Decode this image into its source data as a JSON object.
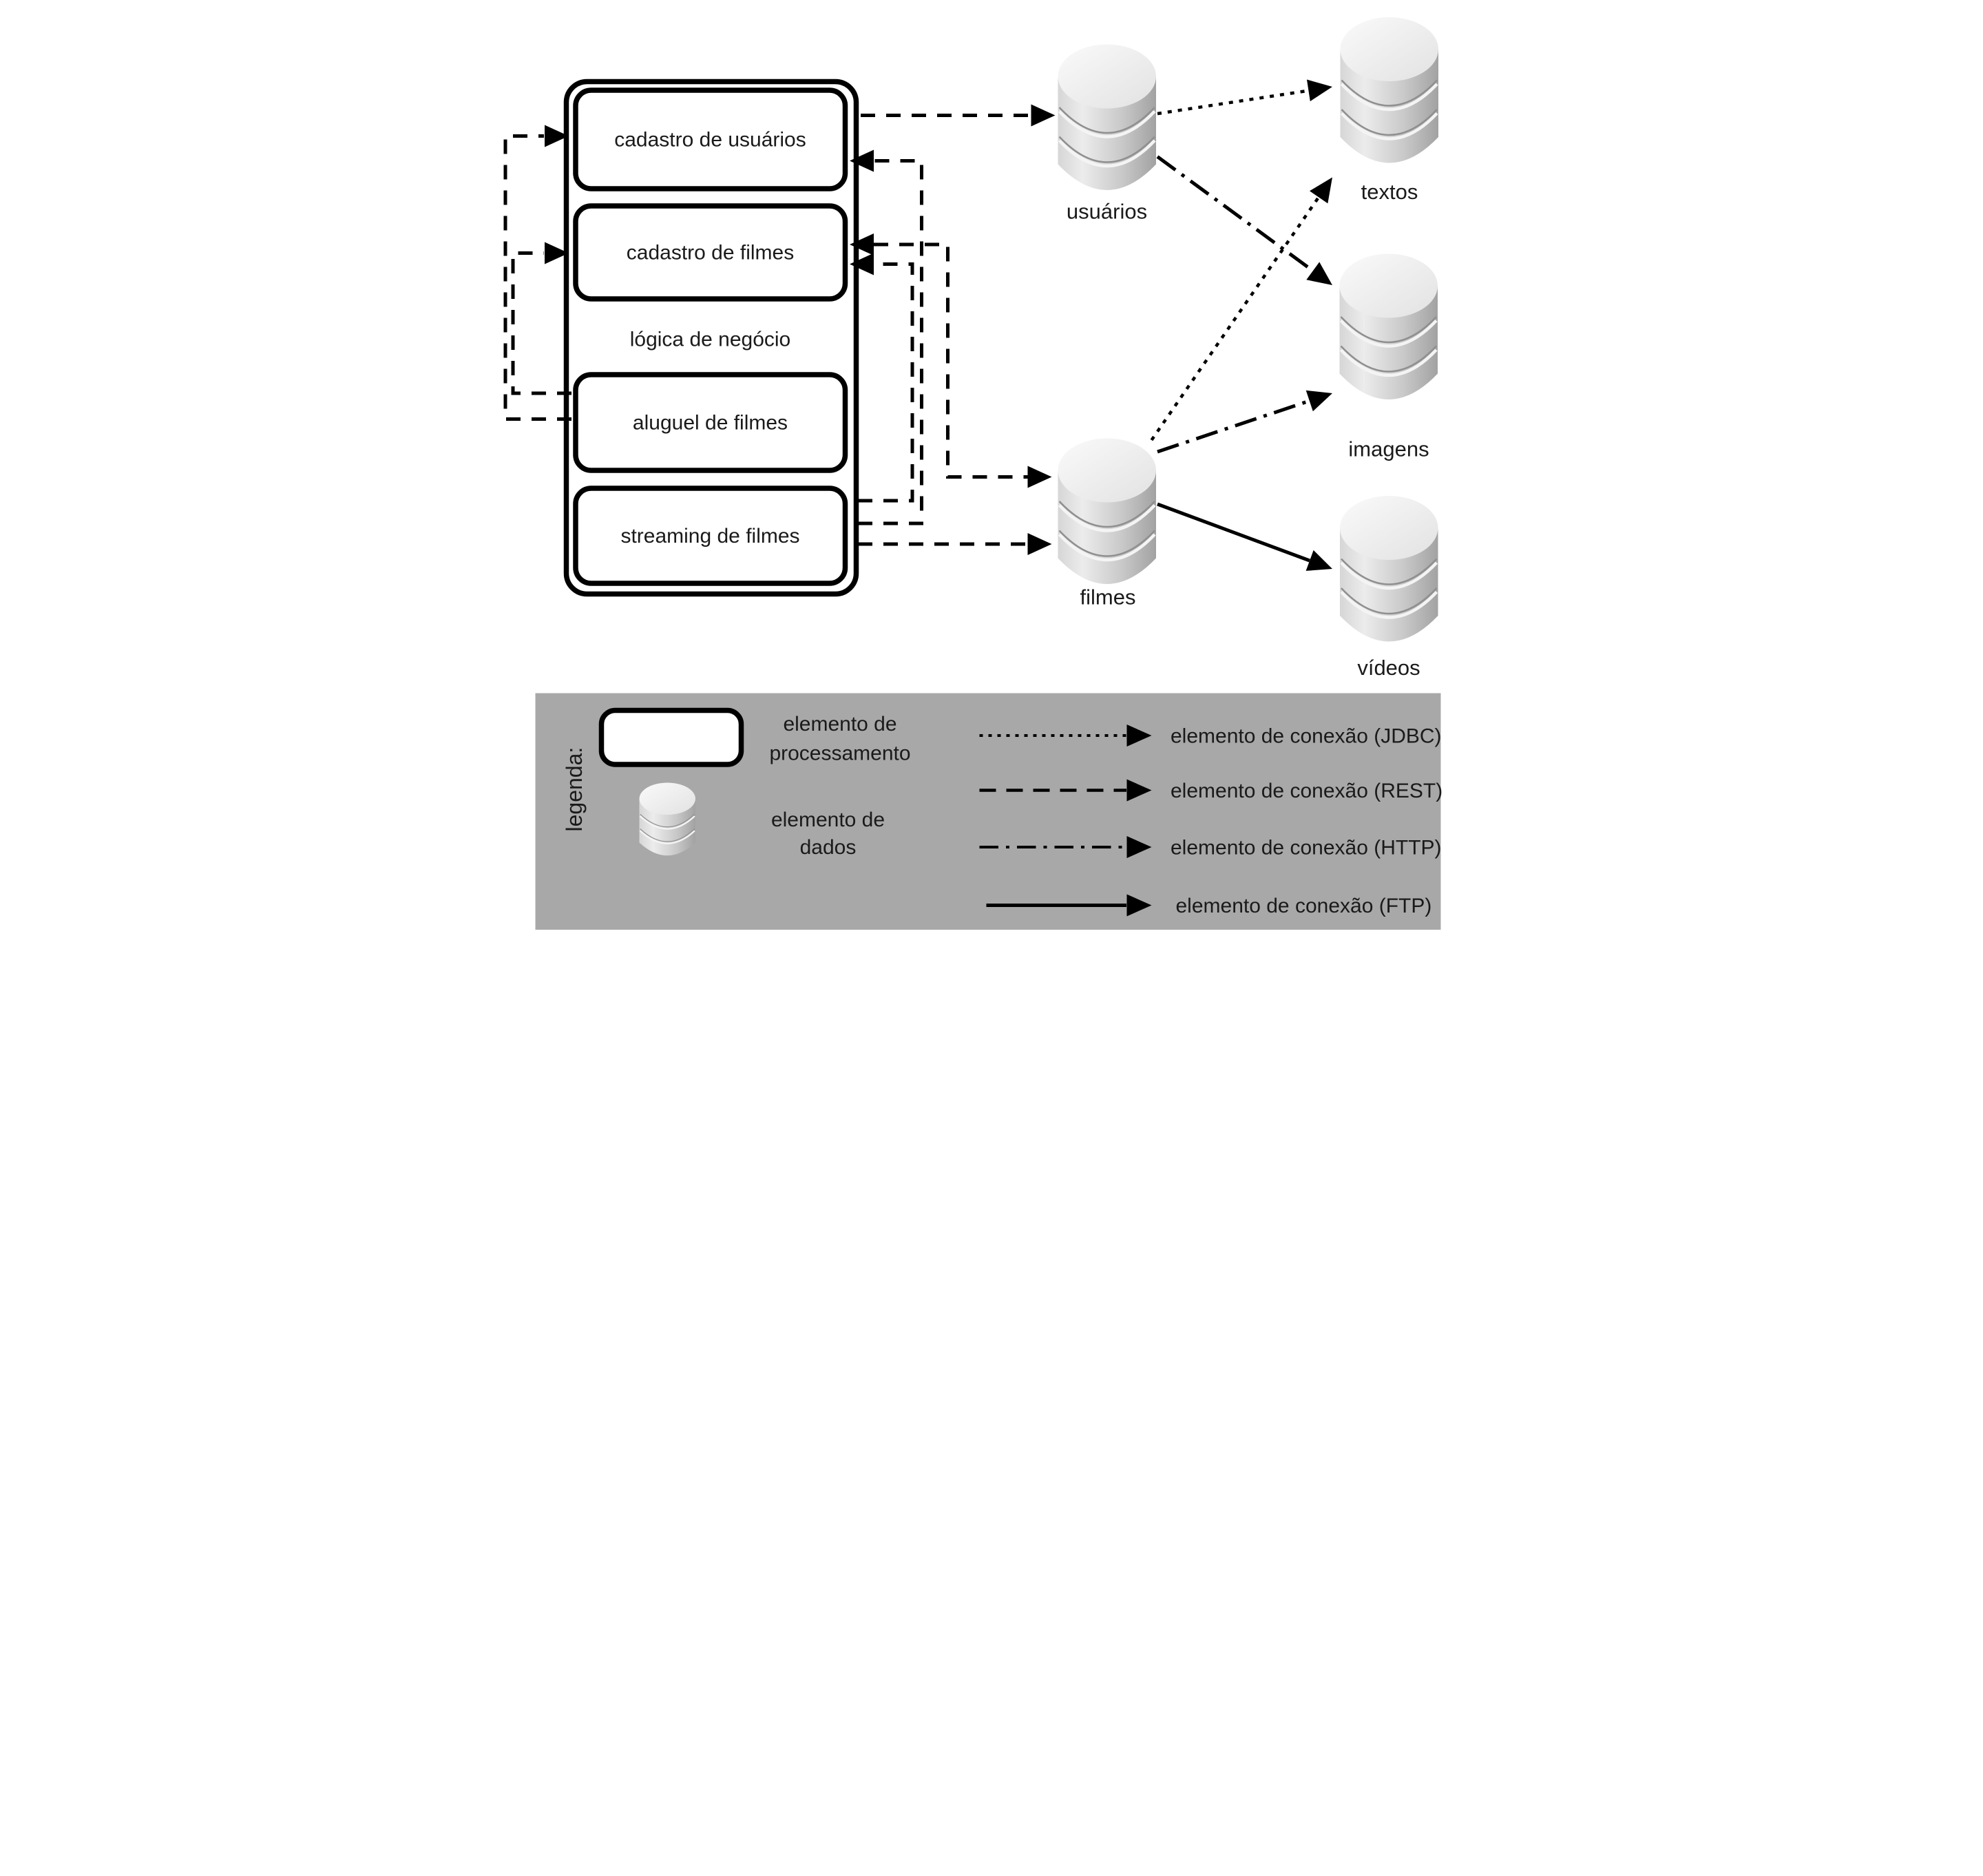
{
  "container": {
    "label": "lógica de negócio"
  },
  "processes": {
    "cadastro_usuarios": {
      "label": "cadastro de usuários"
    },
    "cadastro_filmes": {
      "label": "cadastro de filmes"
    },
    "aluguel_filmes": {
      "label": "aluguel de filmes"
    },
    "streaming_filmes": {
      "label": "streaming de filmes"
    }
  },
  "databases": {
    "usuarios": {
      "label": "usuários"
    },
    "filmes": {
      "label": "filmes"
    },
    "textos": {
      "label": "textos"
    },
    "imagens": {
      "label": "imagens"
    },
    "videos": {
      "label": "vídeos"
    }
  },
  "connections": [
    {
      "from": "cadastro de usuários",
      "to": "usuários",
      "type": "REST",
      "style": "dashed"
    },
    {
      "from": "aluguel de filmes",
      "to": "cadastro de usuários",
      "type": "REST",
      "style": "dashed"
    },
    {
      "from": "aluguel de filmes",
      "to": "cadastro de filmes",
      "type": "REST",
      "style": "dashed"
    },
    {
      "from": "streaming de filmes",
      "to": "cadastro de usuários",
      "type": "REST",
      "style": "dashed"
    },
    {
      "from": "streaming de filmes",
      "to": "cadastro de filmes",
      "type": "REST",
      "style": "dashed"
    },
    {
      "from": "cadastro de filmes",
      "to": "filmes",
      "type": "REST",
      "style": "dashed",
      "bidirectional": true
    },
    {
      "from": "streaming de filmes",
      "to": "filmes",
      "type": "REST",
      "style": "dashed"
    },
    {
      "from": "usuários",
      "to": "textos",
      "type": "JDBC",
      "style": "dotted"
    },
    {
      "from": "filmes",
      "to": "textos",
      "type": "JDBC",
      "style": "dotted"
    },
    {
      "from": "usuários",
      "to": "imagens",
      "type": "HTTP",
      "style": "dash-dot"
    },
    {
      "from": "filmes",
      "to": "imagens",
      "type": "HTTP",
      "style": "dash-dot"
    },
    {
      "from": "filmes",
      "to": "vídeos",
      "type": "FTP",
      "style": "solid"
    }
  ],
  "legend": {
    "title": "legenda:",
    "panel_color": "#a8a8a8",
    "processing": {
      "line1": "elemento de",
      "line2": "processamento"
    },
    "data": {
      "line1": "elemento de",
      "line2": "dados"
    },
    "connection_labels": {
      "jdbc": "elemento de conexão (JDBC)",
      "rest": "elemento de conexão (REST)",
      "http": "elemento de conexão (HTTP)",
      "ftp": "elemento de conexão (FTP)"
    }
  }
}
